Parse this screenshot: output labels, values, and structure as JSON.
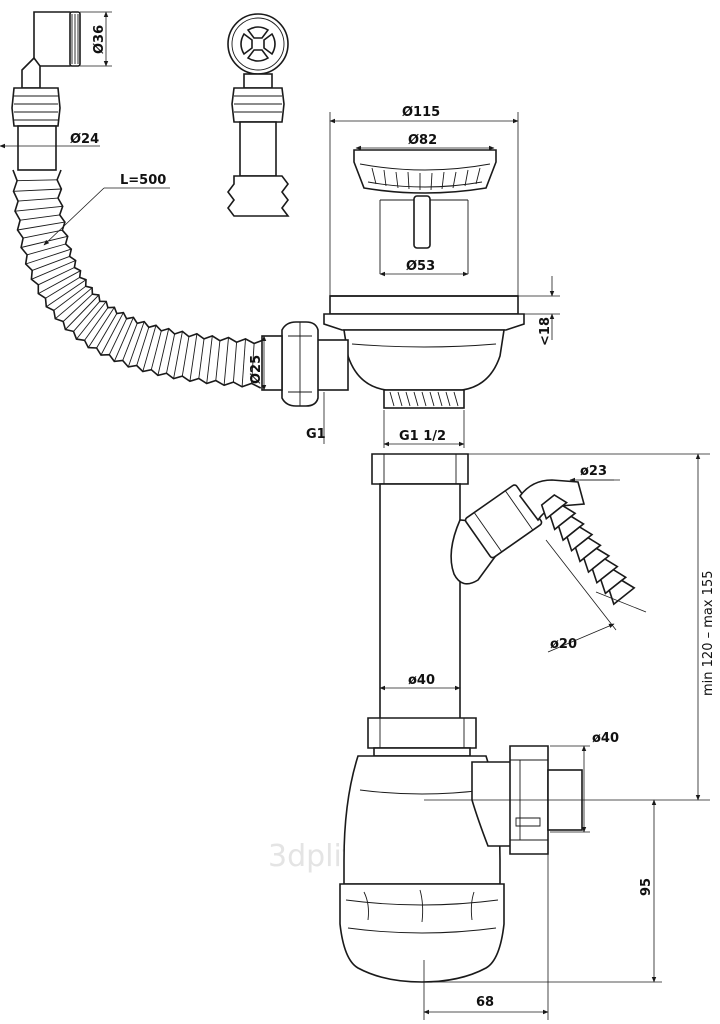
{
  "dimensions": {
    "d36": "Ø36",
    "d24": "Ø24",
    "length": "L=500",
    "d115": "Ø115",
    "d82": "Ø82",
    "d53": "Ø53",
    "h18": "<18",
    "d25": "Ø25",
    "g1": "G1",
    "g1_half": "G1 1/2",
    "d23": "ø23",
    "d20": "ø20",
    "range": "min 120 – max 155",
    "d40_pipe": "ø40",
    "d40_outlet": "ø40",
    "h95": "95",
    "w68": "68"
  },
  "watermark": "3dplitka.ru"
}
